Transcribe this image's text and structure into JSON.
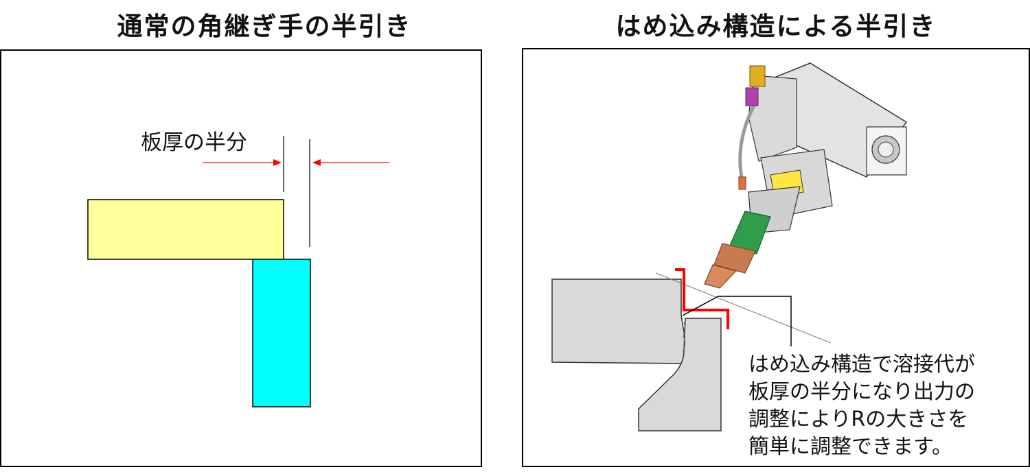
{
  "titles": {
    "left": "通常の角継ぎ手の半引き",
    "right": "はめ込み構造による半引き"
  },
  "left_diagram": {
    "label": "板厚の半分",
    "plate_horizontal_color": "#FFFF99",
    "plate_vertical_color": "#00FFFF",
    "arrow_color": "#FF0000"
  },
  "right_diagram": {
    "caption_lines": [
      "はめ込み構造で溶接代が",
      "板厚の半分になり出力の",
      "調整によりRの大きさを",
      "簡単に調整できます。"
    ],
    "workpiece_color": "#D9D9D9",
    "weld_line_color": "#FF0000"
  }
}
